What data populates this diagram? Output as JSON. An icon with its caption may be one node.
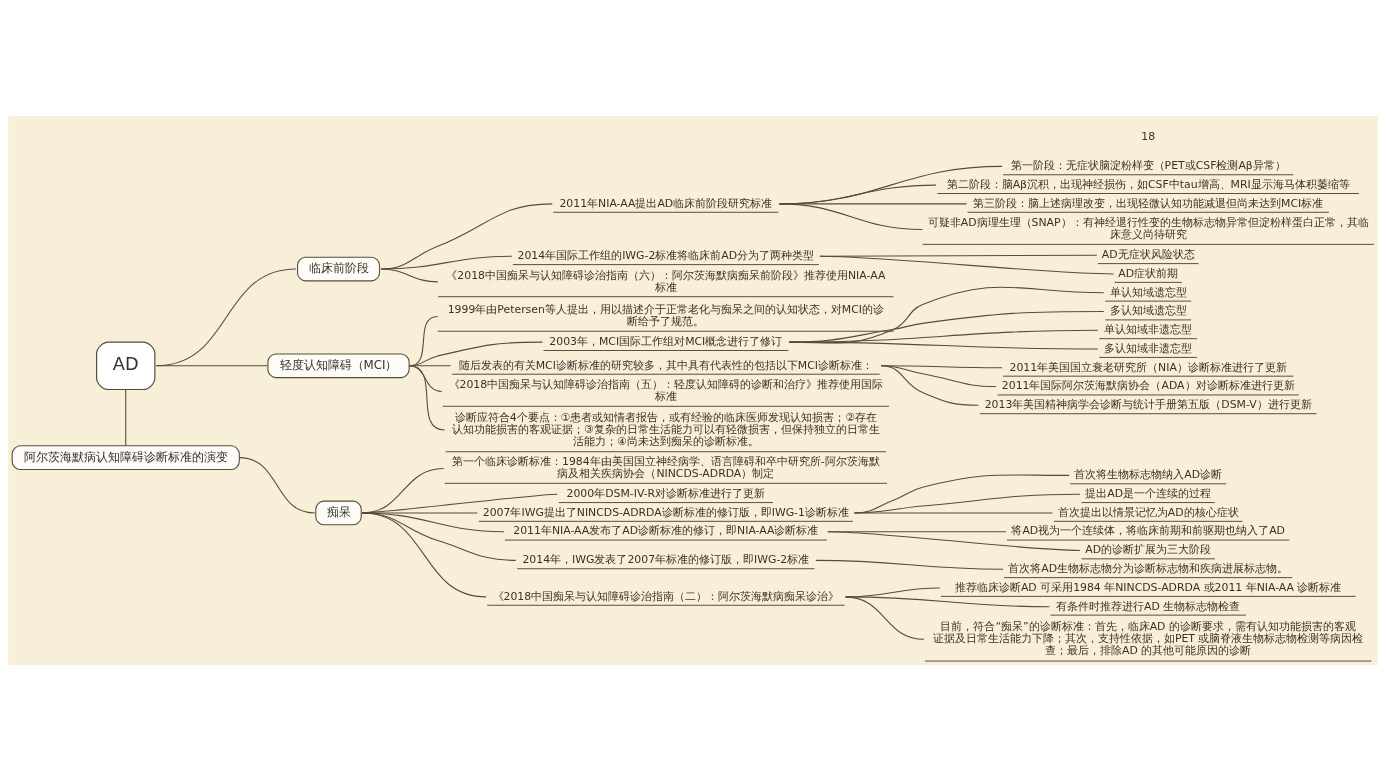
{
  "diagram": {
    "nodes": [
      {
        "text": [
          "AD"
        ]
      },
      {
        "text": [
          "阿尔茨海默病认知障碍诊断标准的演变"
        ]
      },
      {
        "text": [
          "临床前阶段"
        ]
      },
      {
        "text": [
          "2011年NIA-AA提出AD临床前阶段研究标准"
        ]
      },
      {
        "text": [
          "第一阶段：无症状脑淀粉样变（PET或CSF检测Aβ异常）"
        ]
      },
      {
        "text": [
          "第二阶段：脑Aβ沉积，出现神经损伤，如CSF中tau增高、MRI显示海马体积萎缩等"
        ]
      },
      {
        "text": [
          "第三阶段：脑上述病理改变，出现轻微认知功能减退但尚未达到MCI标准"
        ]
      },
      {
        "text": [
          "可疑非AD病理生理（SNAP）：有神经退行性变的生物标志物异常但淀粉样蛋白正常，其临床意义尚待研究"
        ]
      },
      {
        "text": [
          "2014年国际工作组的IWG-2标准将临床前AD分为了两种类型"
        ]
      },
      {
        "text": [
          "AD无症状风险状态"
        ]
      },
      {
        "text": [
          "AD症状前期"
        ]
      },
      {
        "text": [
          "《2018中国痴呆与认知障碍诊治指南（六）：阿尔茨海默病痴呆前阶段》推荐使用NIA-AA标准"
        ]
      },
      {
        "text": [
          "轻度认知障碍（MCI）"
        ]
      },
      {
        "text": [
          "1999年由Petersen等人提出，用以描述介于正常老化与痴呆之间的认知状态，对MCI的诊断给予了规范。"
        ]
      },
      {
        "text": [
          "2003年，MCI国际工作组对MCI概念进行了修订"
        ]
      },
      {
        "text": [
          "单认知域遗忘型"
        ]
      },
      {
        "text": [
          "多认知域遗忘型"
        ]
      },
      {
        "text": [
          "单认知域非遗忘型"
        ]
      },
      {
        "text": [
          "多认知域非遗忘型"
        ]
      },
      {
        "text": [
          "随后发表的有关MCI诊断标准的研究较多，其中具有代表性的包括以下MCI诊断标准："
        ]
      },
      {
        "text": [
          "2011年美国国立衰老研究所（NIA）诊断标准进行了更新"
        ]
      },
      {
        "text": [
          "2011年国际阿尔茨海默病协会（ADA）对诊断标准进行更新"
        ]
      },
      {
        "text": [
          "2013年美国精神病学会诊断与统计手册第五版（DSM-V）进行更新"
        ]
      },
      {
        "text": [
          "《2018中国痴呆与认知障碍诊治指南（五）：轻度认知障碍的诊断和治疗》推荐使用国际标准"
        ]
      },
      {
        "text": [
          "诊断应符合4个要点：①患者或知情者报告，或有经验的临床医师发现认知损害；②存在认知功能损害的客观证据；③复杂的日常生活能力可以有轻微损害，但保持独立的日常生活能力；④尚未达到痴呆的诊断标准。"
        ]
      },
      {
        "text": [
          "痴呆"
        ]
      },
      {
        "text": [
          "第一个临床诊断标准：1984年由美国国立神经病学、语言障碍和卒中研究所-阿尔茨海默病及相关疾病协会（NINCDS-ADRDA）制定"
        ]
      },
      {
        "text": [
          "2000年DSM-IV-R对诊断标准进行了更新"
        ]
      },
      {
        "text": [
          "2007年IWG提出了NINCDS-ADRDA诊断标准的修订版，即IWG-1诊断标准"
        ]
      },
      {
        "text": [
          "首次将生物标志物纳入AD诊断"
        ]
      },
      {
        "text": [
          "提出AD是一个连续的过程"
        ]
      },
      {
        "text": [
          "首次提出以情景记忆为AD的核心症状"
        ]
      },
      {
        "text": [
          "2011年NIA-AA发布了AD诊断标准的修订，即NIA-AA诊断标准"
        ]
      },
      {
        "text": [
          "将AD视为一个连续体，将临床前期和前驱期也纳入了AD"
        ]
      },
      {
        "text": [
          "AD的诊断扩展为三大阶段"
        ]
      },
      {
        "text": [
          "2014年，IWG发表了2007年标准的修订版，即IWG-2标准"
        ]
      },
      {
        "text": [
          "首次将AD生物标志物分为诊断标志物和疾病进展标志物。"
        ]
      },
      {
        "text": [
          "《2018中国痴呆与认知障碍诊治指南（二）：阿尔茨海默病痴呆诊治》"
        ]
      },
      {
        "text": [
          "推荐临床诊断AD 可采用1984 年NINCDS-ADRDA 或2011 年NIA-AA 诊断标准"
        ]
      },
      {
        "text": [
          "有条件时推荐进行AD 生物标志物检查"
        ]
      },
      {
        "text": [
          "目前，符合“痴呆”的诊断标准：首先，临床AD 的诊断要求，需有认知功能损害的客观证据及日常生活能力下降；其次，支持性依据，如PET 或脑脊液生物标志物检测等病因检查；最后，排除AD 的其他可能原因的诊断"
        ]
      }
    ],
    "edges": [
      {
        "from": 0,
        "to": 1,
        "arrow": "none"
      },
      {
        "from": 0,
        "to": 2,
        "arrow": "none"
      },
      {
        "from": 2,
        "to": 3,
        "arrow": "none"
      },
      {
        "from": 3,
        "to": 4,
        "arrow": "none"
      },
      {
        "from": 3,
        "to": 5,
        "arrow": "none"
      },
      {
        "from": 3,
        "to": 6,
        "arrow": "none"
      },
      {
        "from": 3,
        "to": 7,
        "arrow": "none"
      },
      {
        "from": 2,
        "to": 8,
        "arrow": "none"
      },
      {
        "from": 8,
        "to": 9,
        "arrow": "none"
      },
      {
        "from": 8,
        "to": 10,
        "arrow": "none"
      },
      {
        "from": 2,
        "to": 11,
        "arrow": "none"
      },
      {
        "from": 0,
        "to": 12,
        "arrow": "none"
      },
      {
        "from": 12,
        "to": 13,
        "arrow": "none"
      },
      {
        "from": 12,
        "to": 14,
        "arrow": "none"
      },
      {
        "from": 14,
        "to": 15,
        "arrow": "none"
      },
      {
        "from": 14,
        "to": 16,
        "arrow": "none"
      },
      {
        "from": 14,
        "to": 17,
        "arrow": "none"
      },
      {
        "from": 14,
        "to": 18,
        "arrow": "none"
      },
      {
        "from": 12,
        "to": 19,
        "arrow": "none"
      },
      {
        "from": 19,
        "to": 20,
        "arrow": "none"
      },
      {
        "from": 19,
        "to": 21,
        "arrow": "none"
      },
      {
        "from": 19,
        "to": 22,
        "arrow": "none"
      },
      {
        "from": 12,
        "to": 23,
        "arrow": "none"
      },
      {
        "from": 12,
        "to": 24,
        "arrow": "none"
      },
      {
        "from": 1,
        "to": 25,
        "arrow": "none"
      },
      {
        "from": 25,
        "to": 26,
        "arrow": "none"
      },
      {
        "from": 25,
        "to": 27,
        "arrow": "none"
      },
      {
        "from": 25,
        "to": 28,
        "arrow": "none"
      },
      {
        "from": 28,
        "to": 29,
        "arrow": "none"
      },
      {
        "from": 28,
        "to": 30,
        "arrow": "none"
      },
      {
        "from": 28,
        "to": 31,
        "arrow": "none"
      },
      {
        "from": 25,
        "to": 32,
        "arrow": "none"
      },
      {
        "from": 32,
        "to": 33,
        "arrow": "none"
      },
      {
        "from": 32,
        "to": 34,
        "arrow": "none"
      },
      {
        "from": 25,
        "to": 35,
        "arrow": "none"
      },
      {
        "from": 35,
        "to": 36,
        "arrow": "none"
      },
      {
        "from": 25,
        "to": 37,
        "arrow": "none"
      },
      {
        "from": 37,
        "to": 38,
        "arrow": "none"
      },
      {
        "from": 37,
        "to": 39,
        "arrow": "none"
      },
      {
        "from": 37,
        "to": 40,
        "arrow": "none"
      }
    ],
    "labels": [
      "18"
    ]
  }
}
